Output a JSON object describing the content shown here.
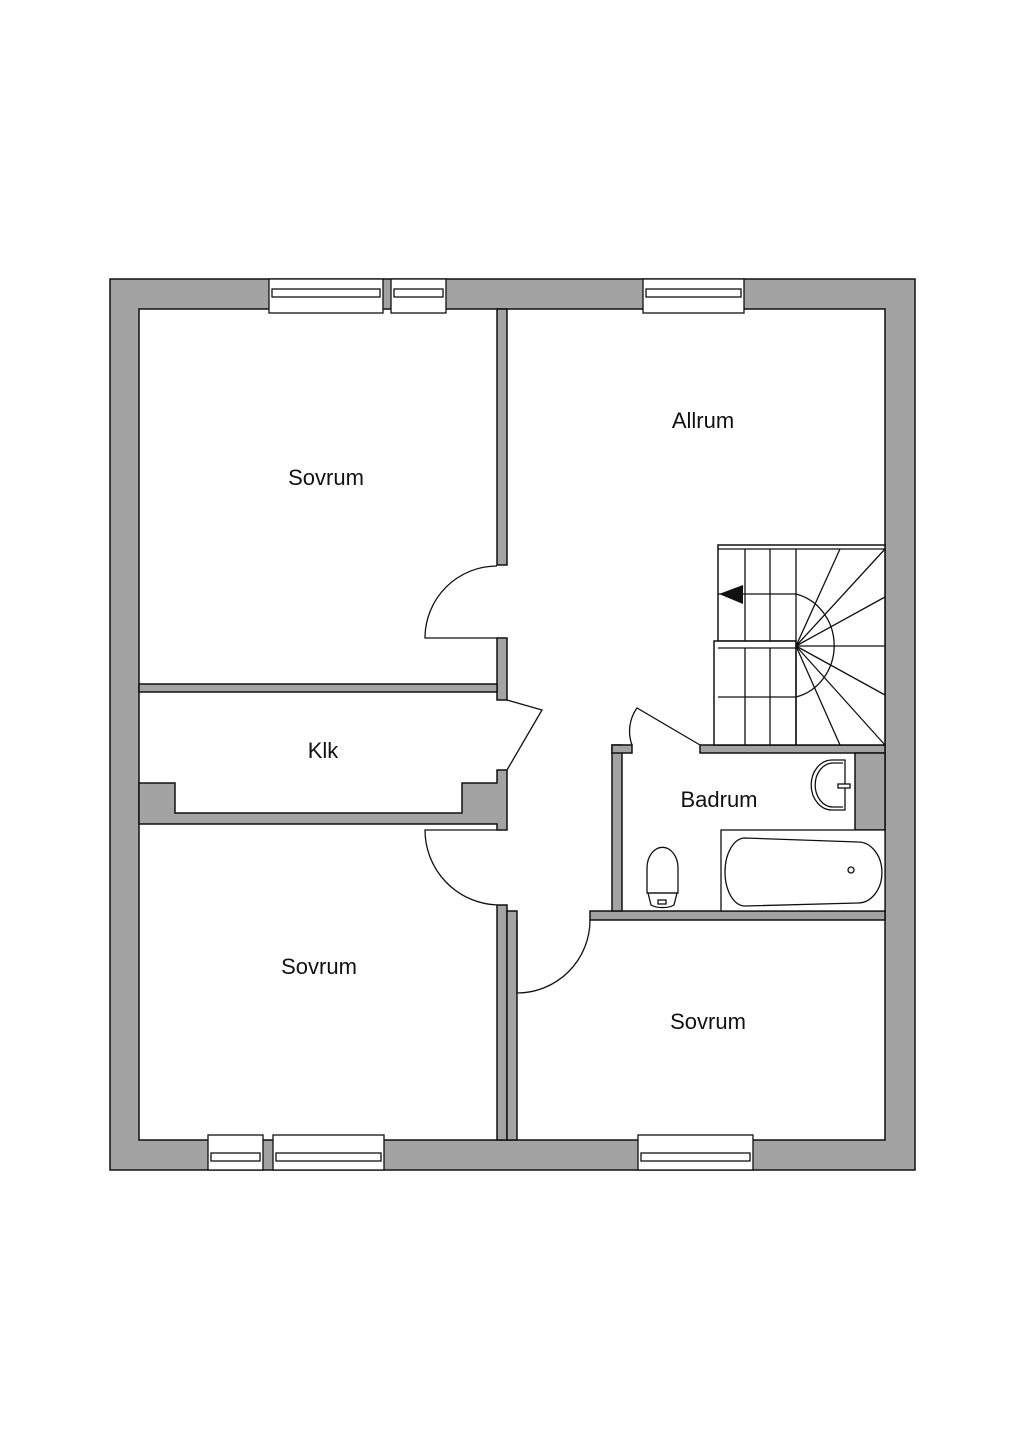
{
  "plan": {
    "rooms": [
      {
        "id": "sovrum-1",
        "label": "Sovrum"
      },
      {
        "id": "allrum",
        "label": "Allrum"
      },
      {
        "id": "klk",
        "label": "Klk"
      },
      {
        "id": "badrum",
        "label": "Badrum"
      },
      {
        "id": "sovrum-2",
        "label": "Sovrum"
      },
      {
        "id": "sovrum-3",
        "label": "Sovrum"
      }
    ],
    "colors": {
      "wall": "#a3a3a3",
      "line": "#111111",
      "floor": "#ffffff"
    }
  }
}
